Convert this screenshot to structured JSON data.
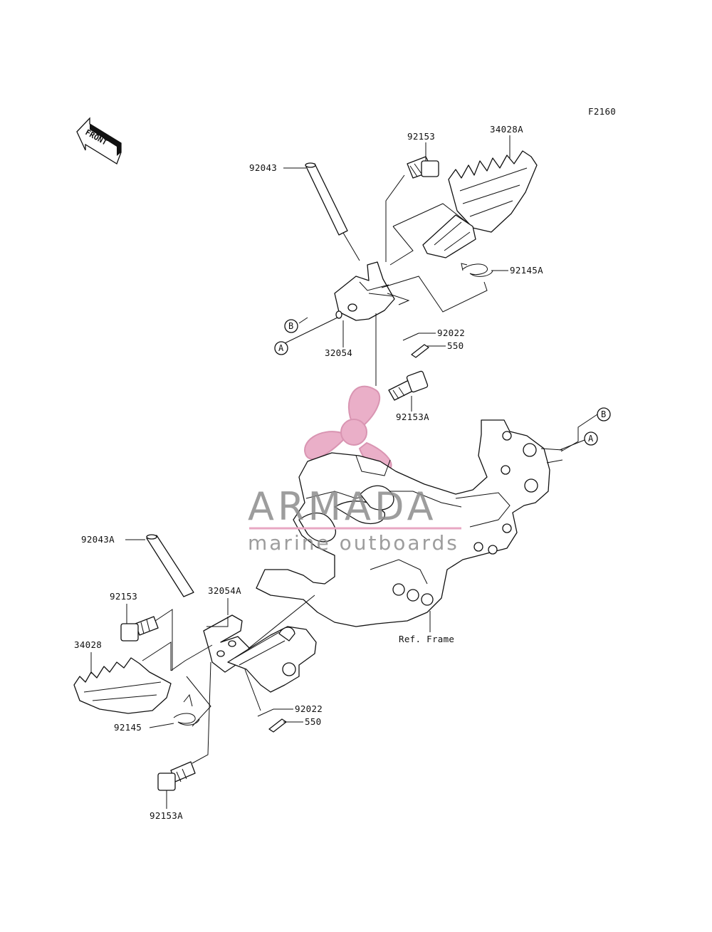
{
  "figure_code": "F2160",
  "front_indicator": "FRONT",
  "callouts": {
    "a": "A",
    "b": "B"
  },
  "parts": {
    "p92153_top": "92153",
    "p34028A": "34028A",
    "p92043": "92043",
    "p92145A": "92145A",
    "p92022_top": "92022",
    "p550_top": "550",
    "p32054": "32054",
    "p92153A_top": "92153A",
    "p92043A": "92043A",
    "p32054A": "32054A",
    "p92153_bottom": "92153",
    "p34028": "34028",
    "p92145": "92145",
    "p92022_bottom": "92022",
    "p550_bottom": "550",
    "p92153A_bottom": "92153A",
    "ref_frame": "Ref. Frame"
  },
  "watermark": {
    "title": "ARMADA",
    "subtitle": "marine outboards",
    "logo_color": "#e8a7c3"
  }
}
